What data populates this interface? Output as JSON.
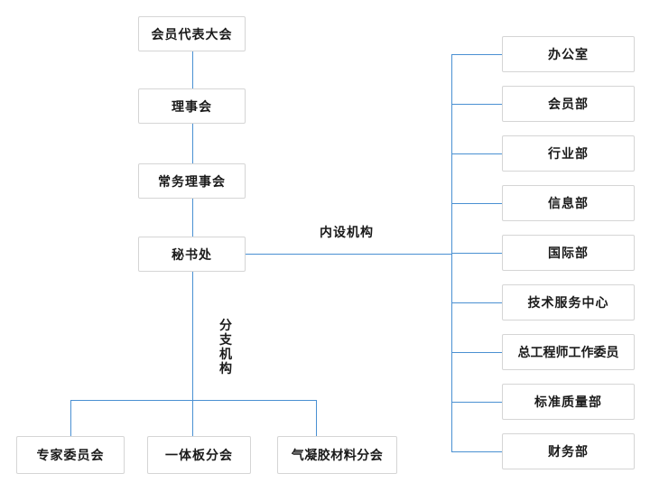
{
  "colors": {
    "line": "#4a90d2",
    "box_border": "#d5d5d5",
    "box_bg": "#ffffff",
    "text": "#1a1a1a"
  },
  "main_chain": [
    "会员代表大会",
    "理事会",
    "常务理事会",
    "秘书处"
  ],
  "section_labels": {
    "internal": "内设机构",
    "branch": "分支机构"
  },
  "internal_departments": [
    "办公室",
    "会员部",
    "行业部",
    "信息部",
    "国际部",
    "技术服务中心",
    "总工程师工作委员",
    "标准质量部",
    "财务部"
  ],
  "branch_organizations": [
    "专家委员会",
    "一体板分会",
    "气凝胶材料分会"
  ]
}
